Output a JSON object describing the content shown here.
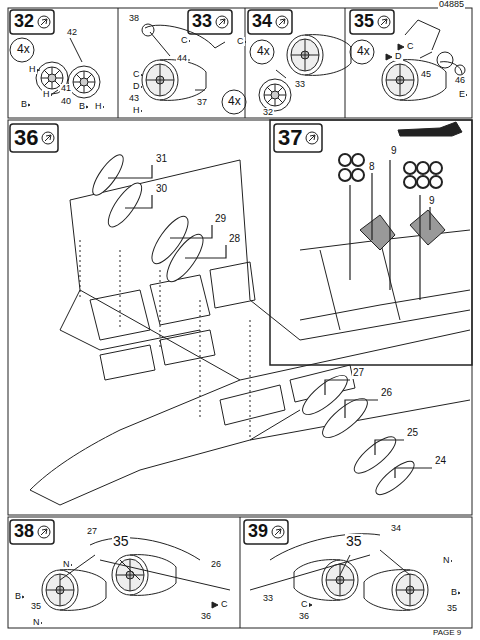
{
  "diagram": {
    "labels": [
      "04885",
      "32",
      "4x",
      "42",
      "H",
      "H",
      "41",
      "B",
      "40",
      "B",
      "H",
      "38",
      "33",
      "44",
      "C",
      "C",
      "D",
      "43",
      "H",
      "37",
      "4x",
      "C",
      "34",
      "4x",
      "33",
      "32",
      "35",
      "4x",
      "C",
      "D",
      "45",
      "46",
      "E",
      "36",
      "31",
      "30",
      "29",
      "28",
      "27",
      "26",
      "25",
      "24",
      "37",
      "9",
      "8",
      "9",
      "38",
      "27",
      "35",
      "N",
      "26",
      "B",
      "C",
      "35",
      "N",
      "36",
      "39",
      "34",
      "35",
      "N",
      "33",
      "B",
      "C",
      "35",
      "36",
      "PAGE 9"
    ]
  }
}
